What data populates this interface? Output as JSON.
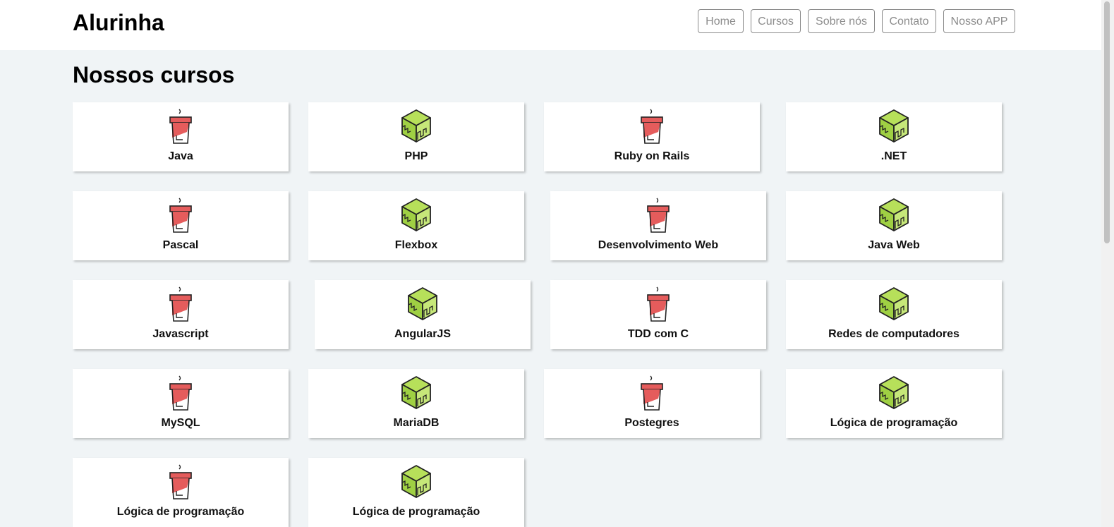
{
  "header": {
    "brand": "Alurinha",
    "nav": [
      {
        "label": "Home"
      },
      {
        "label": "Cursos"
      },
      {
        "label": "Sobre nós"
      },
      {
        "label": "Contato"
      },
      {
        "label": "Nosso APP"
      }
    ]
  },
  "main": {
    "title": "Nossos cursos",
    "courses": [
      {
        "name": "Java",
        "icon": "coffee-cup-icon"
      },
      {
        "name": "PHP",
        "icon": "green-cube-icon"
      },
      {
        "name": "Ruby on Rails",
        "icon": "coffee-cup-icon"
      },
      {
        "name": ".NET",
        "icon": "green-cube-icon"
      },
      {
        "name": "Pascal",
        "icon": "coffee-cup-icon"
      },
      {
        "name": "Flexbox",
        "icon": "green-cube-icon"
      },
      {
        "name": "Desenvolvimento Web",
        "icon": "coffee-cup-icon"
      },
      {
        "name": "Java Web",
        "icon": "green-cube-icon"
      },
      {
        "name": "Javascript",
        "icon": "coffee-cup-icon"
      },
      {
        "name": "AngularJS",
        "icon": "green-cube-icon"
      },
      {
        "name": "TDD com C",
        "icon": "coffee-cup-icon"
      },
      {
        "name": "Redes de computadores",
        "icon": "green-cube-icon"
      },
      {
        "name": "MySQL",
        "icon": "coffee-cup-icon"
      },
      {
        "name": "MariaDB",
        "icon": "green-cube-icon"
      },
      {
        "name": "Postegres",
        "icon": "coffee-cup-icon"
      },
      {
        "name": "Lógica de programação",
        "icon": "green-cube-icon"
      },
      {
        "name": "Lógica de programação",
        "icon": "coffee-cup-icon"
      },
      {
        "name": "Lógica de programação",
        "icon": "green-cube-icon"
      }
    ]
  },
  "colors": {
    "page_background": "#f0f4f6",
    "cup_red": "#e55c5c",
    "cube_green": "#a6d84c",
    "nav_text": "#8c8c8c"
  }
}
